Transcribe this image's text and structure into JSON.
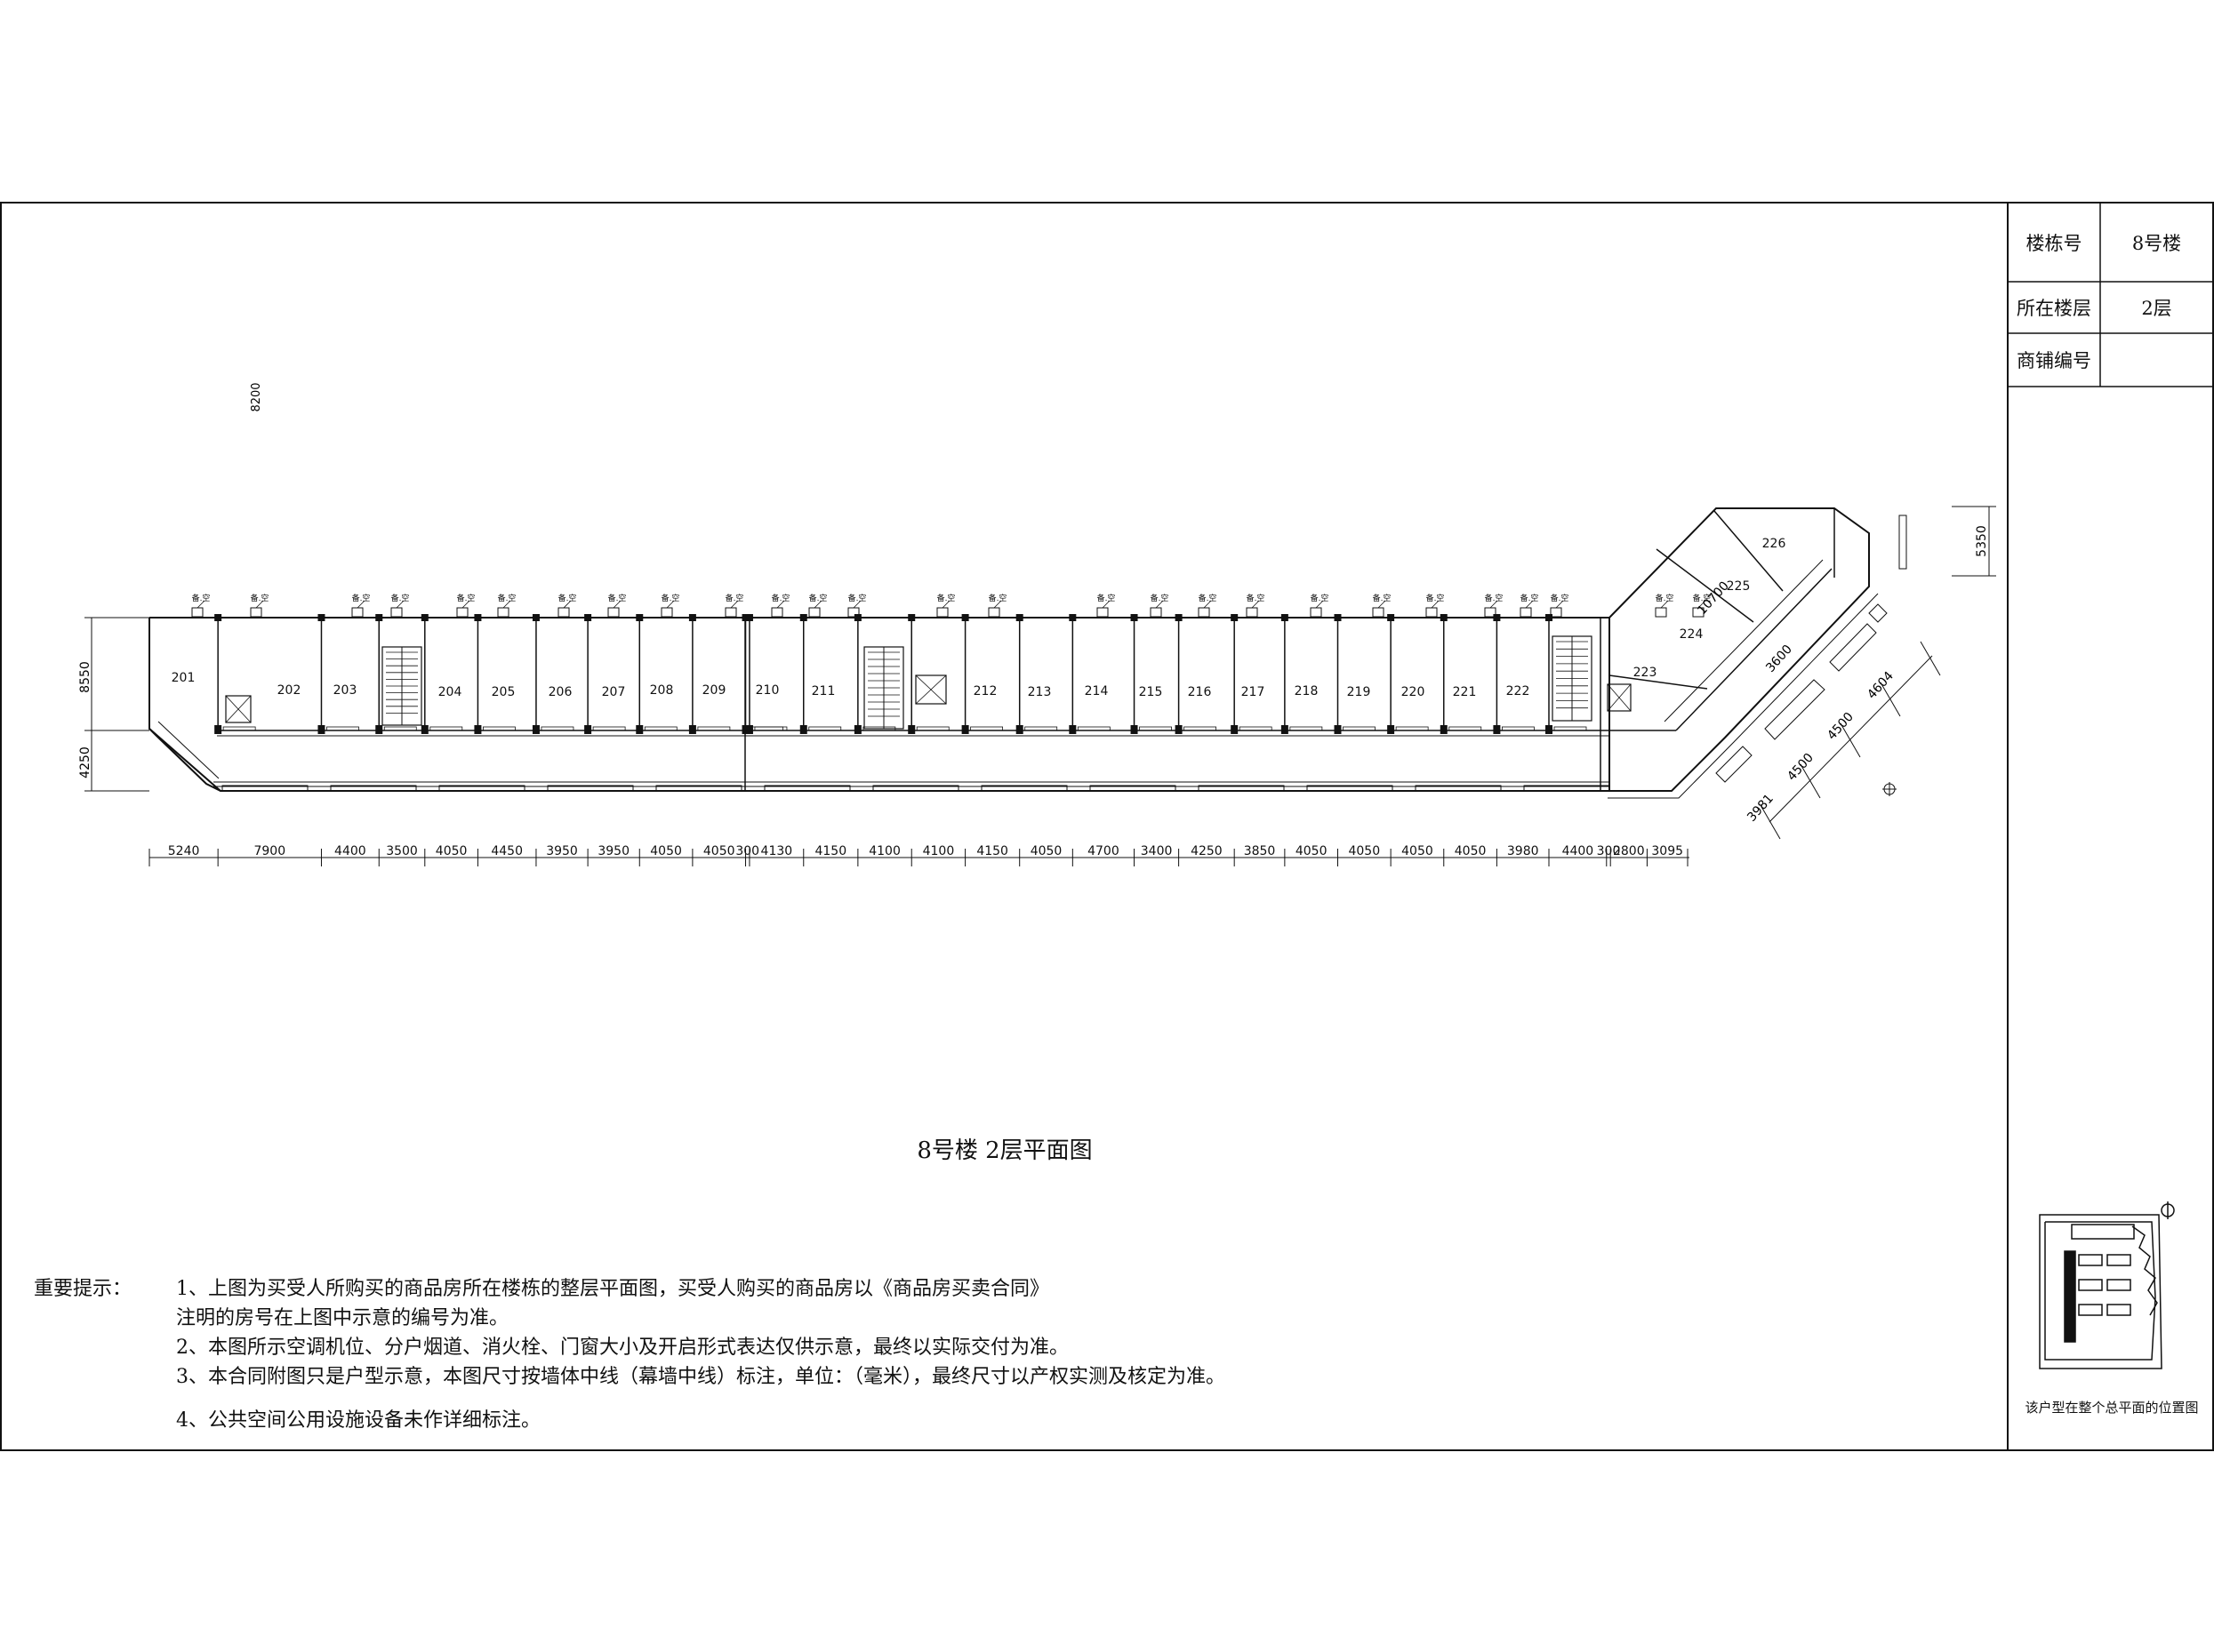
{
  "title_block": {
    "rows": [
      {
        "label": "楼栋号",
        "value": "8号楼"
      },
      {
        "label": "所在楼层",
        "value": "2层"
      },
      {
        "label": "商铺编号",
        "value": ""
      }
    ],
    "site_plan_caption": "该户型在整个总平面的位置图"
  },
  "drawing_title": "8号楼   2层平面图",
  "notes": {
    "label": "重要提示：",
    "lines": [
      "1、上图为买受人所购买的商品房所在楼栋的整层平面图，买受人购买的商品房以《商品房买卖合同》",
      "注明的房号在上图中示意的编号为准。",
      "2、本图所示空调机位、分户烟道、消火栓、门窗大小及开启形式表达仅供示意，最终以实际交付为准。",
      "3、本合同附图只是户型示意，本图尺寸按墙体中线（幕墙中线）标注，单位：（毫米），最终尺寸以产权实测及核定为准。",
      "4、公共空间公用设施设备未作详细标注。"
    ]
  },
  "rooms": [
    "201",
    "202",
    "203",
    "204",
    "205",
    "206",
    "207",
    "208",
    "209",
    "210",
    "211",
    "212",
    "213",
    "214",
    "215",
    "216",
    "217",
    "218",
    "219",
    "220",
    "221",
    "222",
    "223",
    "224",
    "225",
    "226"
  ],
  "bottom_dimensions": [
    "5240",
    "7900",
    "4400",
    "3500",
    "4050",
    "4450",
    "3950",
    "3950",
    "4050",
    "4050",
    "300",
    "4130",
    "4150",
    "4100",
    "4100",
    "4150",
    "4050",
    "4700",
    "3400",
    "4250",
    "3850",
    "4050",
    "4050",
    "4050",
    "4050",
    "3980",
    "4400",
    "300",
    "2800",
    "3095"
  ],
  "left_dimensions": [
    "8550",
    "4250"
  ],
  "inner_dimension": "8200",
  "wing_dimensions": {
    "top": "5350",
    "diagonal_length": "10700",
    "diagonal_small": "3600",
    "diagonal_row": [
      "3981",
      "4500",
      "4500",
      "4604"
    ]
  },
  "tags": {
    "ac": "备.空",
    "shaft": "管井",
    "lift": "电梯",
    "stair": "楼梯"
  },
  "colors": {
    "line": "#111111",
    "background": "#ffffff",
    "hatch": "#555555"
  }
}
